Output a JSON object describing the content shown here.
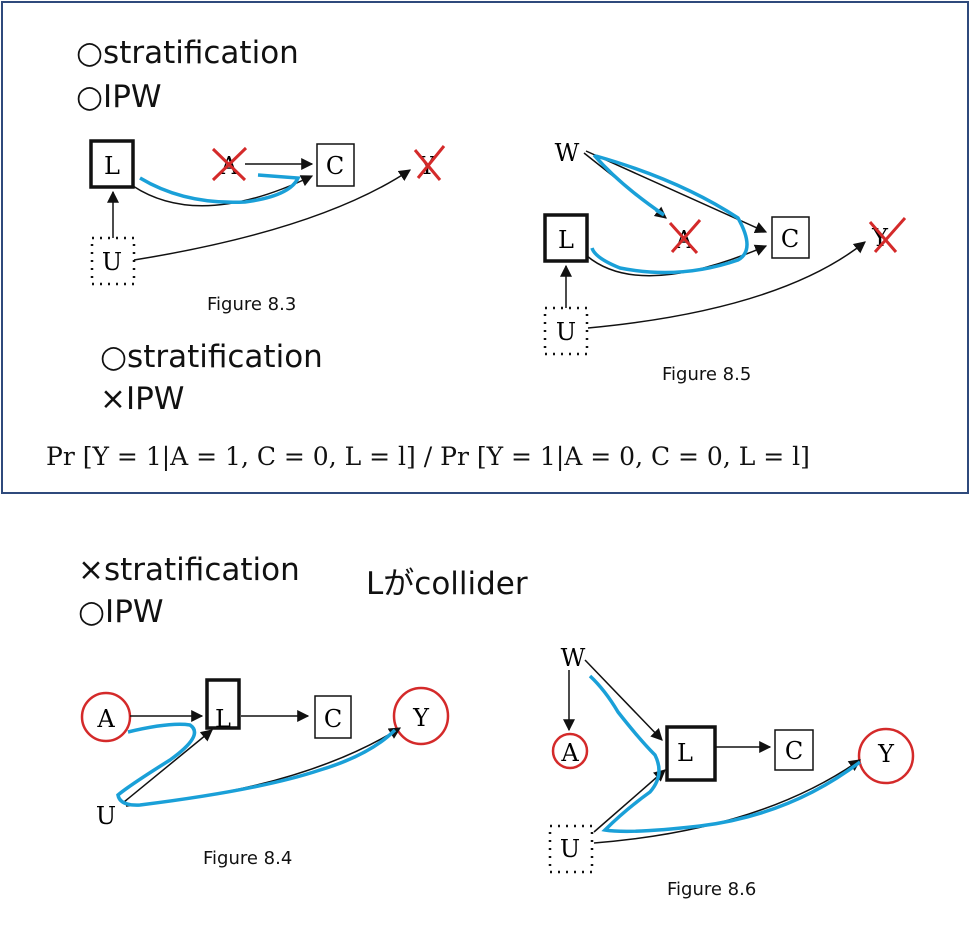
{
  "panels": [
    {
      "annotations": [
        "○stratification",
        "○IPW"
      ],
      "annotations2": [
        "○stratification",
        "×IPW"
      ],
      "figures": [
        {
          "caption": "Figure 8.3",
          "nodes": {
            "L": "L",
            "A": "A",
            "C": "C",
            "Y": "Y",
            "U": "U"
          }
        },
        {
          "caption": "Figure 8.5",
          "nodes": {
            "W": "W",
            "L": "L",
            "A": "A",
            "C": "C",
            "Y": "Y",
            "U": "U"
          }
        }
      ],
      "formula": "Pr [Y = 1|A = 1, C = 0, L = l] / Pr [Y = 1|A = 0, C = 0, L = l]"
    },
    {
      "annotations": [
        "×stratification",
        "○IPW"
      ],
      "note": "Lがcollider",
      "figures": [
        {
          "caption": "Figure 8.4",
          "nodes": {
            "A": "A",
            "L": "L",
            "C": "C",
            "Y": "Y",
            "U": "U"
          }
        },
        {
          "caption": "Figure 8.6",
          "nodes": {
            "W": "W",
            "A": "A",
            "L": "L",
            "C": "C",
            "Y": "Y",
            "U": "U"
          }
        }
      ]
    }
  ],
  "colors": {
    "frame": "#2f4a7c",
    "highlight_path": "#1aa0d8",
    "red_mark": "#d42a2a",
    "ink": "#111111"
  }
}
